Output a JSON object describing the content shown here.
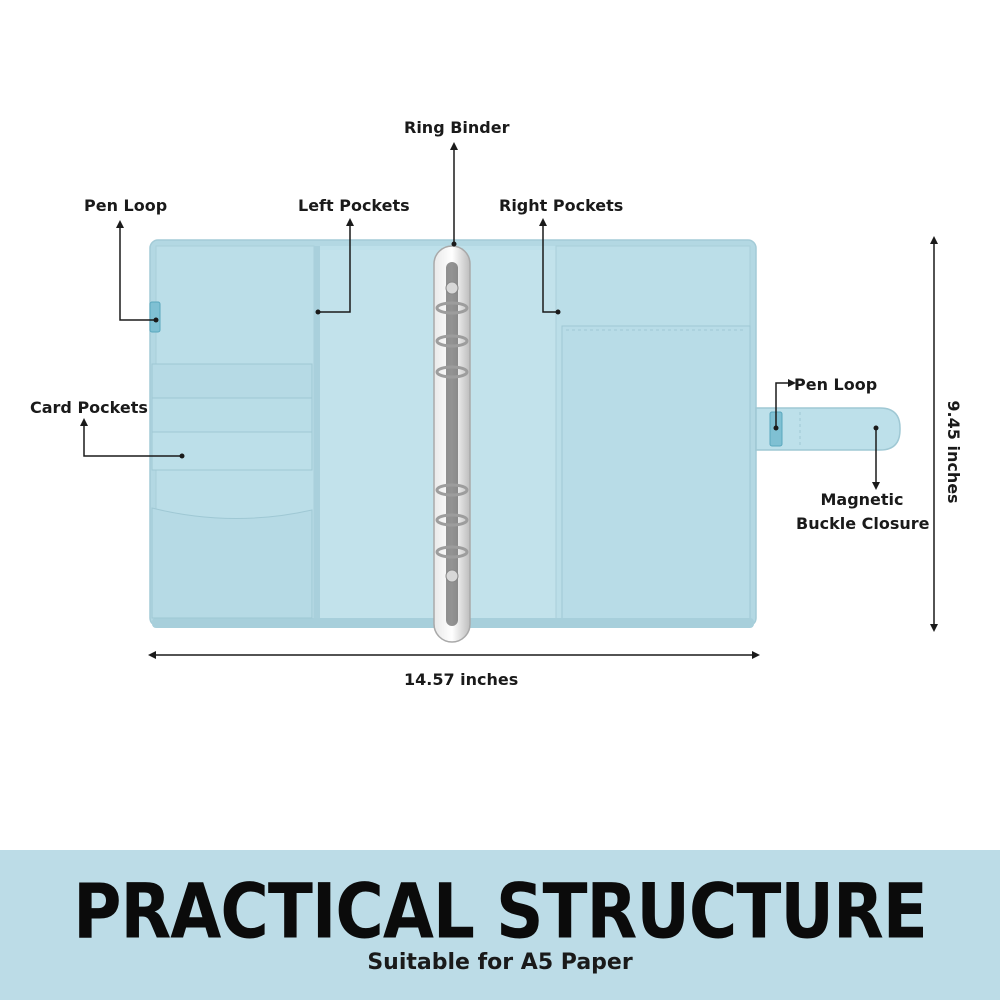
{
  "labels": {
    "ring_binder": "Ring Binder",
    "pen_loop_left": "Pen Loop",
    "left_pockets": "Left Pockets",
    "right_pockets": "Right Pockets",
    "card_pockets": "Card Pockets",
    "pen_loop_right": "Pen Loop",
    "magnetic_line1": "Magnetic",
    "magnetic_line2": "Buckle Closure",
    "width": "14.57 inches",
    "height": "9.45 inches"
  },
  "banner": {
    "title": "PRACTICAL STRUCTURE",
    "subtitle": "Suitable for A5 Paper"
  },
  "colors": {
    "binder": "#b7dbe6",
    "binder_dark": "#9ccbd9",
    "banner": "#bcdce7",
    "ring": "#c9c9c9"
  }
}
